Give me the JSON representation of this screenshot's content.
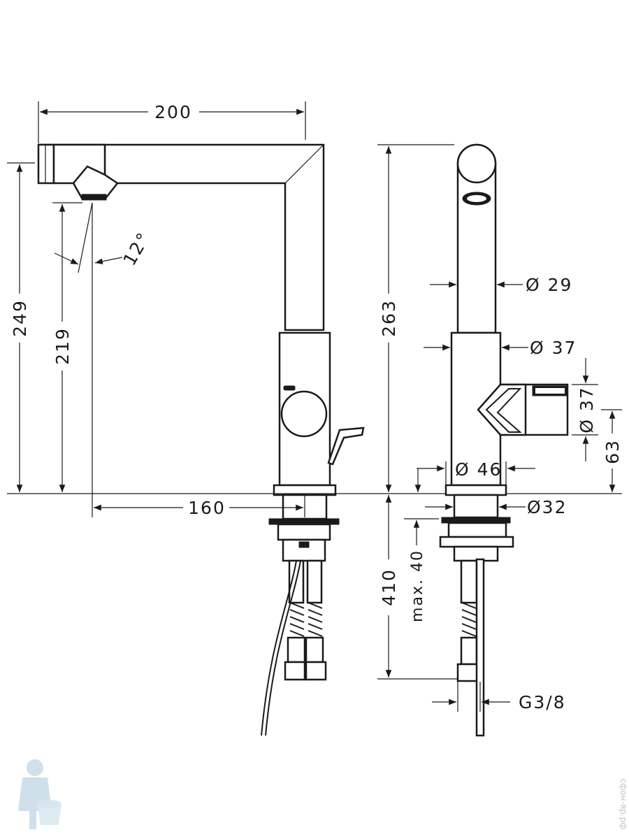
{
  "dimensions": {
    "spout_reach": "200",
    "total_height": "249",
    "outlet_height": "219",
    "spray_angle": "12°",
    "center_to_outlet": "160",
    "front_height": "263",
    "diameter_spout": "Ø 29",
    "diameter_body": "Ø 37",
    "diameter_handle": "Ø 37",
    "handle_height": "63",
    "diameter_base": "Ø 46",
    "diameter_shank": "Ø32",
    "max_thickness": "max. 40",
    "hose_length": "410",
    "thread": "G3/8"
  },
  "watermark": {
    "site": "сфон-яр.рф"
  }
}
